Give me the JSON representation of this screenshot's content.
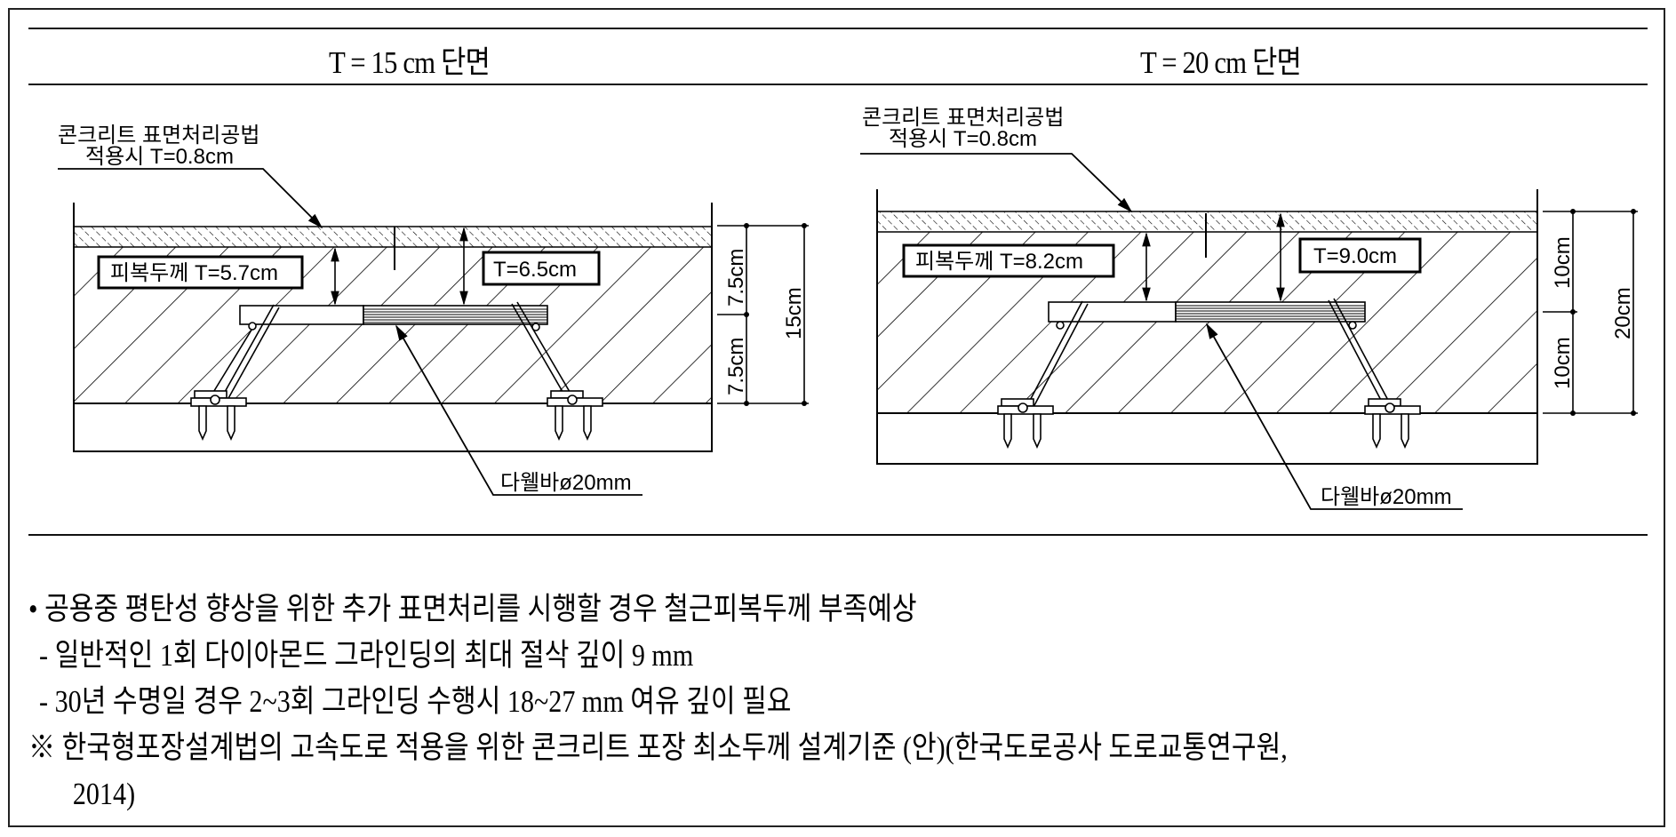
{
  "sections": [
    {
      "title": "T = 15 cm 단면",
      "surface_label_line1": "콘크리트 표면처리공법",
      "surface_label_line2": "적용시 T=0.8cm",
      "cover_label": "피복두께 T=5.7cm",
      "depth_label": "T=6.5cm",
      "dowel_label": "다웰바ø20mm",
      "dims": {
        "upper": "7.5cm",
        "lower": "7.5cm",
        "total": "15cm"
      }
    },
    {
      "title": "T = 20 cm 단면",
      "surface_label_line1": "콘크리트 표면처리공법",
      "surface_label_line2": "적용시 T=0.8cm",
      "cover_label": "피복두께 T=8.2cm",
      "depth_label": "T=9.0cm",
      "dowel_label": "다웰바ø20mm",
      "dims": {
        "upper": "10cm",
        "lower": "10cm",
        "total": "20cm"
      }
    }
  ],
  "notes": {
    "bullet": "• 공용중 평탄성 향상을 위한 추가 표면처리를 시행할 경우 철근피복두께 부족예상",
    "item1": "- 일반적인 1회 다이아몬드 그라인딩의 최대 절삭 깊이 9 mm",
    "item2": "- 30년 수명일 경우 2~3회 그라인딩 수행시 18~27 mm 여유 깊이 필요",
    "reference_line1": "※ 한국형포장설계법의 고속도로 적용을 위한 콘크리트 포장 최소두께 설계기준 (안)(한국도로공사  도로교통연구원,",
    "reference_line2": "2014)"
  }
}
